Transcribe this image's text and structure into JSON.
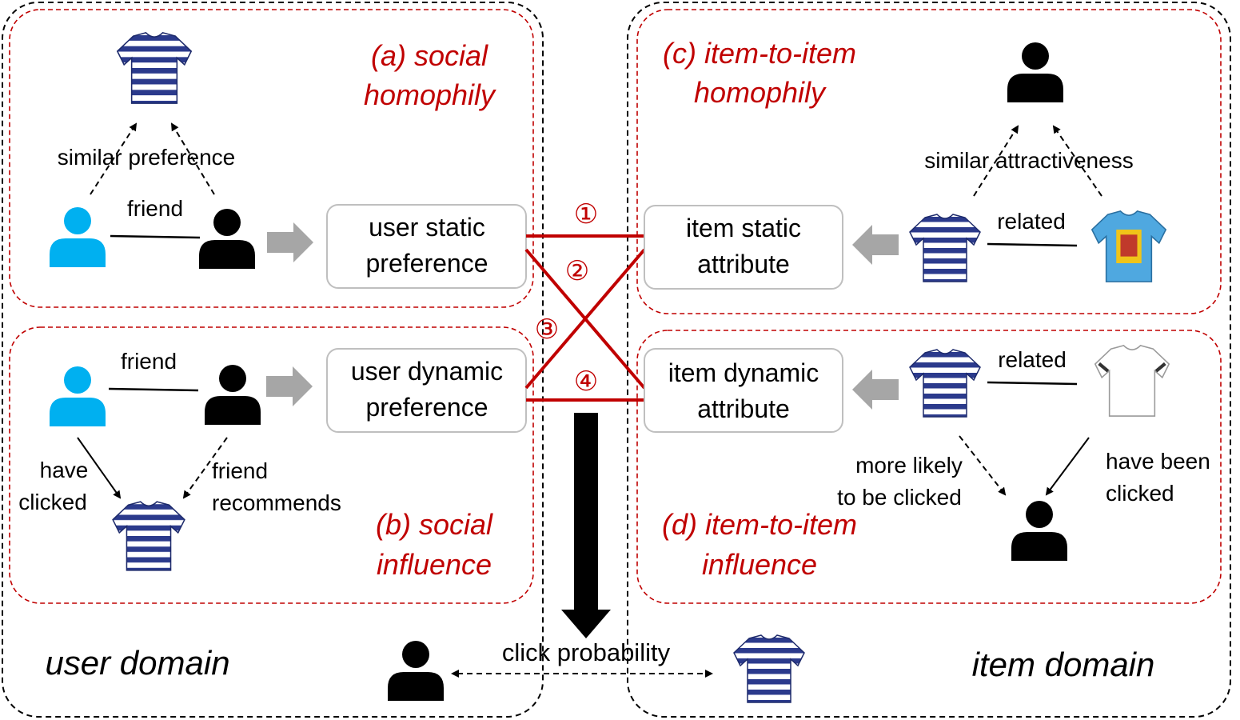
{
  "panels": {
    "a": {
      "title_line1": "(a) social",
      "title_line2": "homophily"
    },
    "b": {
      "title_line1": "(b) social",
      "title_line2": "influence"
    },
    "c": {
      "title_line1": "(c) item-to-item",
      "title_line2": "homophily"
    },
    "d": {
      "title_line1": "(d) item-to-item",
      "title_line2": "influence"
    }
  },
  "domains": {
    "user": "user domain",
    "item": "item domain"
  },
  "boxes": {
    "user_static": [
      "user static",
      "preference"
    ],
    "user_dynamic": [
      "user dynamic",
      "preference"
    ],
    "item_static": [
      "item static",
      "attribute"
    ],
    "item_dynamic": [
      "item dynamic",
      "attribute"
    ]
  },
  "labels": {
    "similar_preference": "similar preference",
    "friend_a": "friend",
    "friend_b": "friend",
    "have_clicked": [
      "have",
      "clicked"
    ],
    "friend_recommends": [
      "friend",
      "recommends"
    ],
    "similar_attractiveness": "similar attractiveness",
    "related_c": "related",
    "related_d": "related",
    "more_likely": [
      "more likely",
      "to be clicked"
    ],
    "have_been_clicked": [
      "have been",
      "clicked"
    ],
    "click_probability": "click probability"
  },
  "connections": [
    "①",
    "②",
    "③",
    "④"
  ],
  "colors": {
    "accent_red": "#c00000",
    "user_blue": "#00b0f0",
    "arrow_gray": "#a6a6a6",
    "stripe_navy": "#2b3a8c",
    "shirt_blue": "#4fa8e0"
  },
  "icons": [
    "user-icon",
    "striped-tshirt-icon",
    "blue-graphic-tshirt-icon",
    "white-tshirt-icon"
  ]
}
